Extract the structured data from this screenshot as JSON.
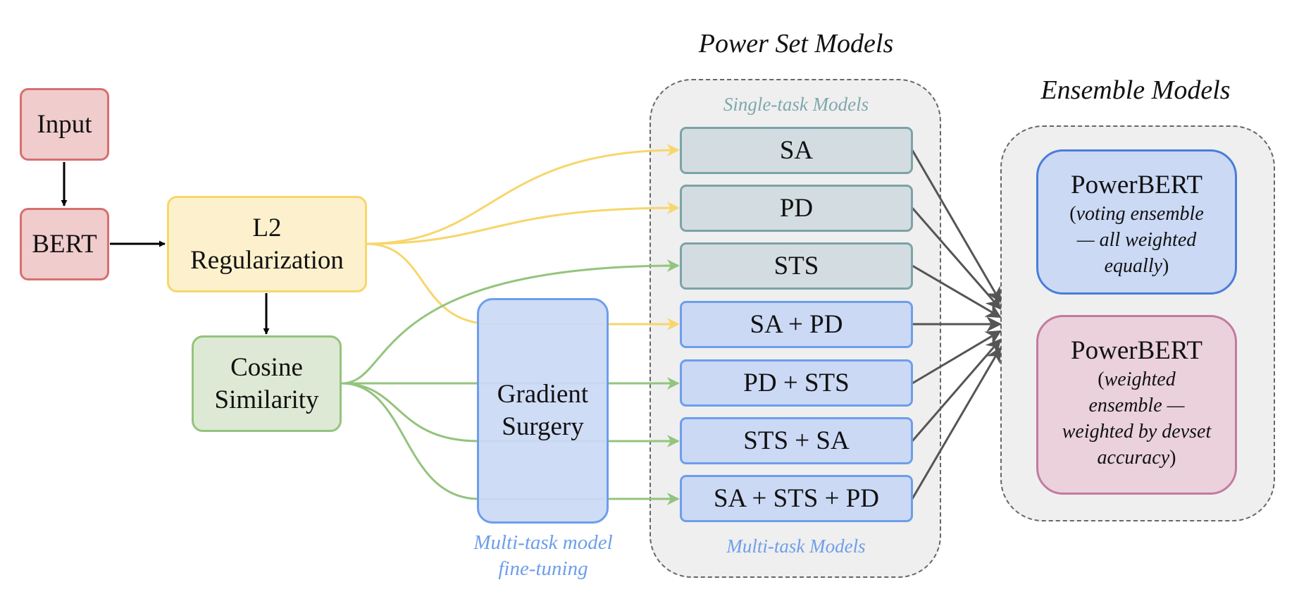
{
  "pipeline": {
    "input": "Input",
    "bert": "BERT",
    "l2_line1": "L2",
    "l2_line2": "Regularization",
    "cosine_line1": "Cosine",
    "cosine_line2": "Similarity",
    "gradient_line1": "Gradient",
    "gradient_line2": "Surgery",
    "multitask_caption_line1": "Multi-task model",
    "multitask_caption_line2": "fine-tuning"
  },
  "power_set": {
    "title": "Power Set Models",
    "single_task_label": "Single-task Models",
    "multi_task_label": "Multi-task Models",
    "single_models": [
      "SA",
      "PD",
      "STS"
    ],
    "multi_models": [
      "SA + PD",
      "PD + STS",
      "STS + SA",
      "SA + STS + PD"
    ]
  },
  "ensemble": {
    "title": "Ensemble Models",
    "voting": {
      "title": "PowerBERT",
      "open": "(",
      "desc_line1": "voting ensemble",
      "desc_line2": "— all weighted",
      "desc_line3": "equally",
      "close": ")"
    },
    "weighted": {
      "title": "PowerBERT",
      "open": "(",
      "desc_line1": "weighted",
      "desc_line2": "ensemble —",
      "desc_line3": "weighted by devset",
      "desc_line4": "accuracy",
      "close": ")"
    }
  },
  "colors": {
    "input_fill": "#f0cccc",
    "input_border": "#d86f6f",
    "l2_fill": "#fcf1cc",
    "l2_border": "#f7d66b",
    "cosine_fill": "#dde9d4",
    "cosine_border": "#93c47d",
    "multitask_fill": "#cbd9f5",
    "multitask_border": "#6d9eeb",
    "singletask_fill": "#d3dde1",
    "singletask_border": "#7ca3a8",
    "weighted_fill": "#ead1dc",
    "weighted_border": "#c27ba0",
    "arrow_dark": "#555555",
    "arrow_black": "#000000"
  }
}
